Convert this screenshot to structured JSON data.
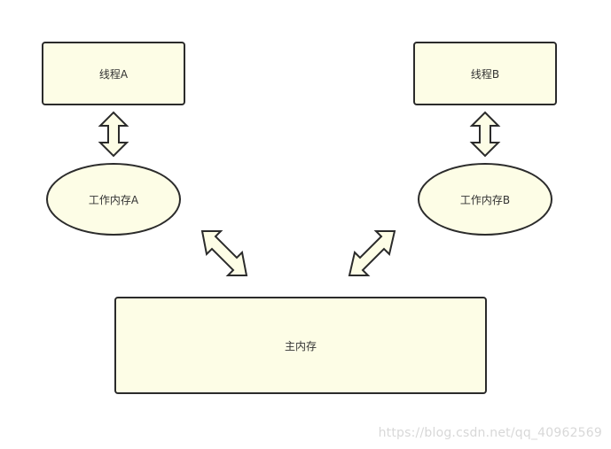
{
  "nodes": {
    "thread_a": "线程A",
    "thread_b": "线程B",
    "work_mem_a": "工作内存A",
    "work_mem_b": "工作内存B",
    "main_mem": "主内存"
  },
  "watermark": "https://blog.csdn.net/qq_40962569",
  "colors": {
    "node_fill": "#fdfde6",
    "node_stroke": "#2b2b2b"
  }
}
